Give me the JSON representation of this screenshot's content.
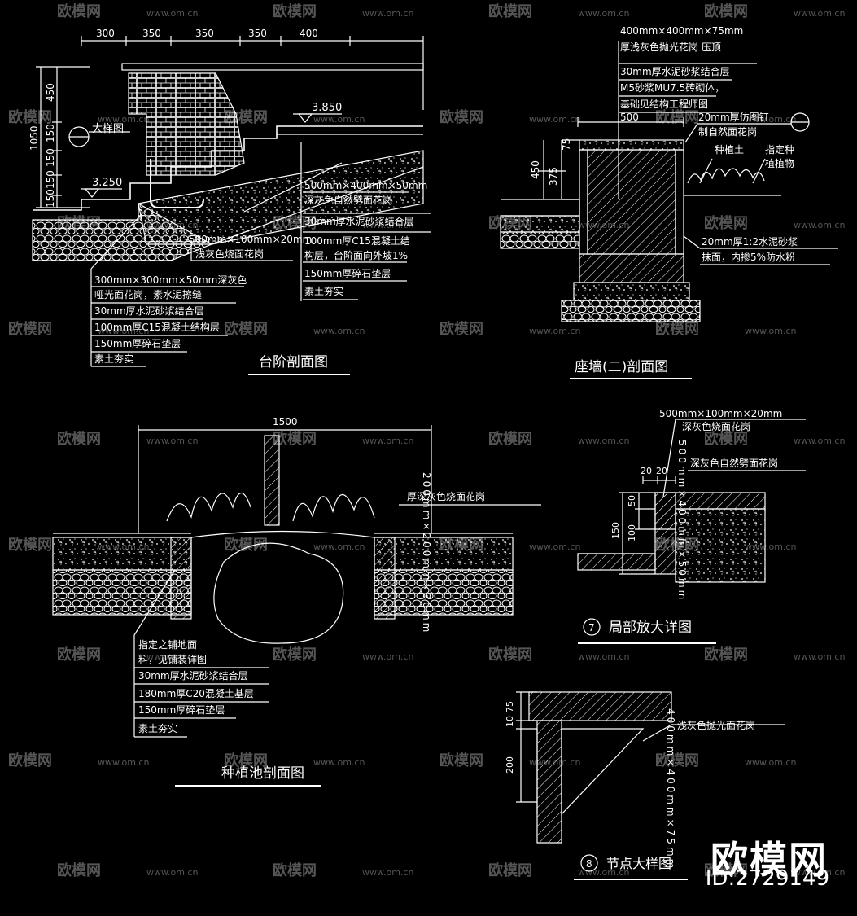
{
  "watermark": {
    "name": "欧模网",
    "url": "www.om.cn"
  },
  "brand": {
    "name": "欧模网",
    "id": "ID:2729149"
  },
  "step_section": {
    "title": "台阶剖面图",
    "dims_top": [
      "300",
      "350",
      "350",
      "350",
      "400"
    ],
    "dims_left": [
      "1050",
      "450",
      "150",
      "150",
      "150",
      "150"
    ],
    "elevation_top": "3.850",
    "elevation_low": "3.250",
    "detail_ref": "大样图",
    "callout_right": [
      "500mm×400mm×50mm",
      "深灰色自然劈面花岗",
      "30mm厚水泥砂浆结合层",
      "100mm厚C15混凝土结",
      "构层，台阶面向外坡1%",
      "150mm厚碎石垫层",
      "素土夯实"
    ],
    "callout_mid": [
      "500mm×100mm×20mm",
      "浅灰色烧面花岗"
    ],
    "callout_left": [
      "300mm×300mm×50mm深灰色",
      "哑光面花岗，素水泥擦缝",
      "30mm厚水泥砂浆结合层",
      "100mm厚C15混凝土结构层",
      "150mm厚碎石垫层",
      "素土夯实"
    ]
  },
  "seat_wall": {
    "title": "座墙(二)剖面图",
    "top_notes": [
      "400mm×400mm×75mm",
      "厚浅灰色抛光花岗  压顶",
      "30mm厚水泥砂浆结合层",
      "M5砂浆MU7.5砖砌体，",
      "基础见结构工程师图"
    ],
    "dims": [
      "500",
      "75",
      "450",
      "375"
    ],
    "ref_note": [
      "20mm厚仿图钉",
      "制自然面花岗"
    ],
    "planting": [
      "种植土",
      "指定种",
      "植植物"
    ],
    "bottom_note": [
      "20mm厚1:2水泥砂浆",
      "抹面，内掺5%防水粉"
    ]
  },
  "planter": {
    "title": "种植池剖面图",
    "dim_top": "1500",
    "right_note": "厚深灰色烧面花岗",
    "vertical_dim": "200mm×200mm×30mm",
    "notes": [
      "指定之铺地面",
      "料，见铺装详图",
      "30mm厚水泥砂浆结合层",
      "180mm厚C20混凝土基层",
      "150mm厚碎石垫层",
      "素土夯实"
    ]
  },
  "detail7": {
    "num": "7",
    "title": "局部放大详图",
    "top_notes": [
      "500mm×100mm×20mm",
      "深灰色烧面花岗"
    ],
    "mid_note": "深灰色自然劈面花岗",
    "dims": [
      "20",
      "20",
      "150",
      "50",
      "100"
    ],
    "vertical_dim": "500mm×400mm×50mm"
  },
  "detail8": {
    "num": "8",
    "title": "节点大样图",
    "note": "浅灰色抛光面花岗",
    "dims": [
      "75",
      "10",
      "200"
    ],
    "vertical_dim": "400mm×400mm×75mm"
  }
}
